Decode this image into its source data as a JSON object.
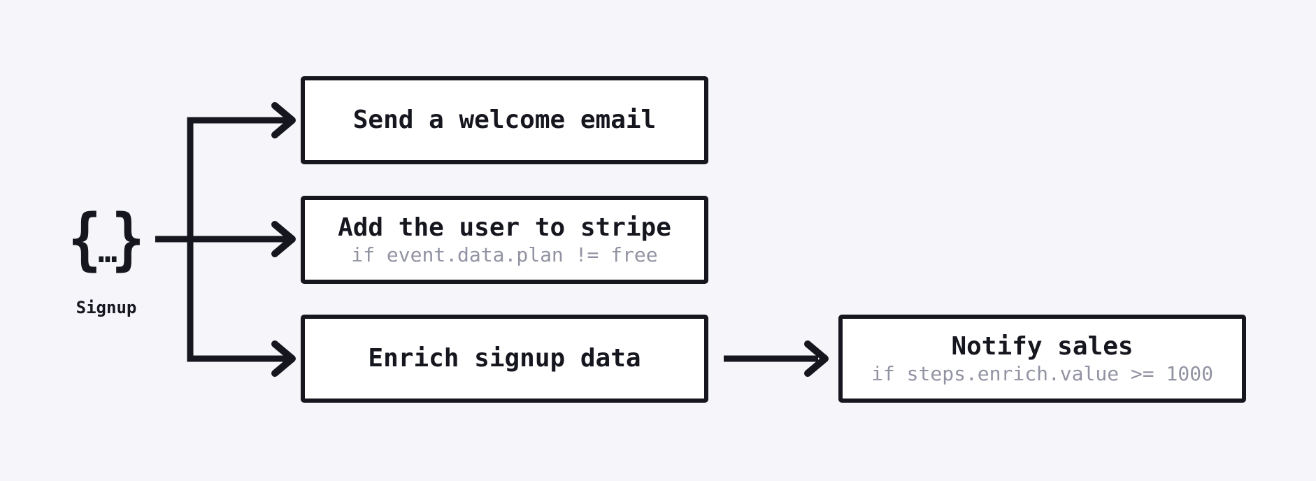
{
  "canvas": {
    "background": "#f6f6fa"
  },
  "colors": {
    "ink": "#16161f",
    "muted": "#9293a2",
    "box_fill": "#ffffff"
  },
  "trigger": {
    "glyph_open": "{",
    "glyph_dots": "…",
    "glyph_close": "}",
    "label": "Signup"
  },
  "steps": [
    {
      "title": "Send a welcome email"
    },
    {
      "title": "Add the user to stripe",
      "condition": "if event.data.plan != free"
    },
    {
      "title": "Enrich signup data"
    },
    {
      "title": "Notify sales",
      "condition": "if steps.enrich.value >= 1000"
    }
  ]
}
